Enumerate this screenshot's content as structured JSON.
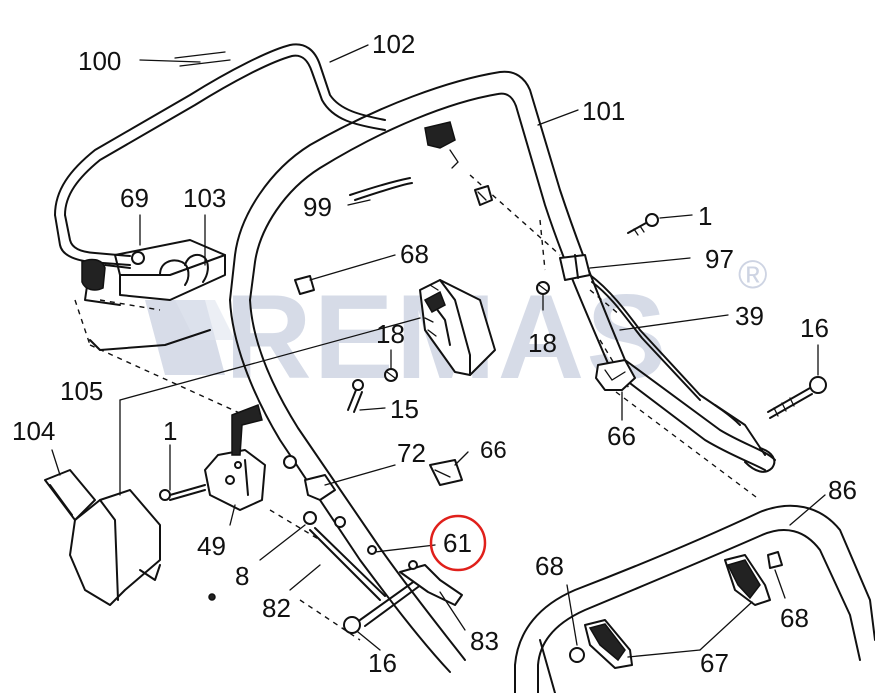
{
  "watermark": {
    "text": "REMAS",
    "registered": "®",
    "color": "#c9d0e0"
  },
  "highlight": {
    "label": "61",
    "circle_color": "#e0201b"
  },
  "labels": {
    "p100": "100",
    "p102": "102",
    "p101": "101",
    "p69": "69",
    "p103": "103",
    "p99": "99",
    "p68a": "68",
    "p1a": "1",
    "p97": "97",
    "p39": "39",
    "p18a": "18",
    "p18b": "18",
    "p16a": "16",
    "p105": "105",
    "p15": "15",
    "p104": "104",
    "p1b": "1",
    "p72": "72",
    "p66a": "66",
    "p66b": "66",
    "p49": "49",
    "p86": "86",
    "p61": "61",
    "p8": "8",
    "p68b": "68",
    "p68c": "68",
    "p82": "82",
    "p83": "83",
    "p16b": "16",
    "p67": "67"
  }
}
